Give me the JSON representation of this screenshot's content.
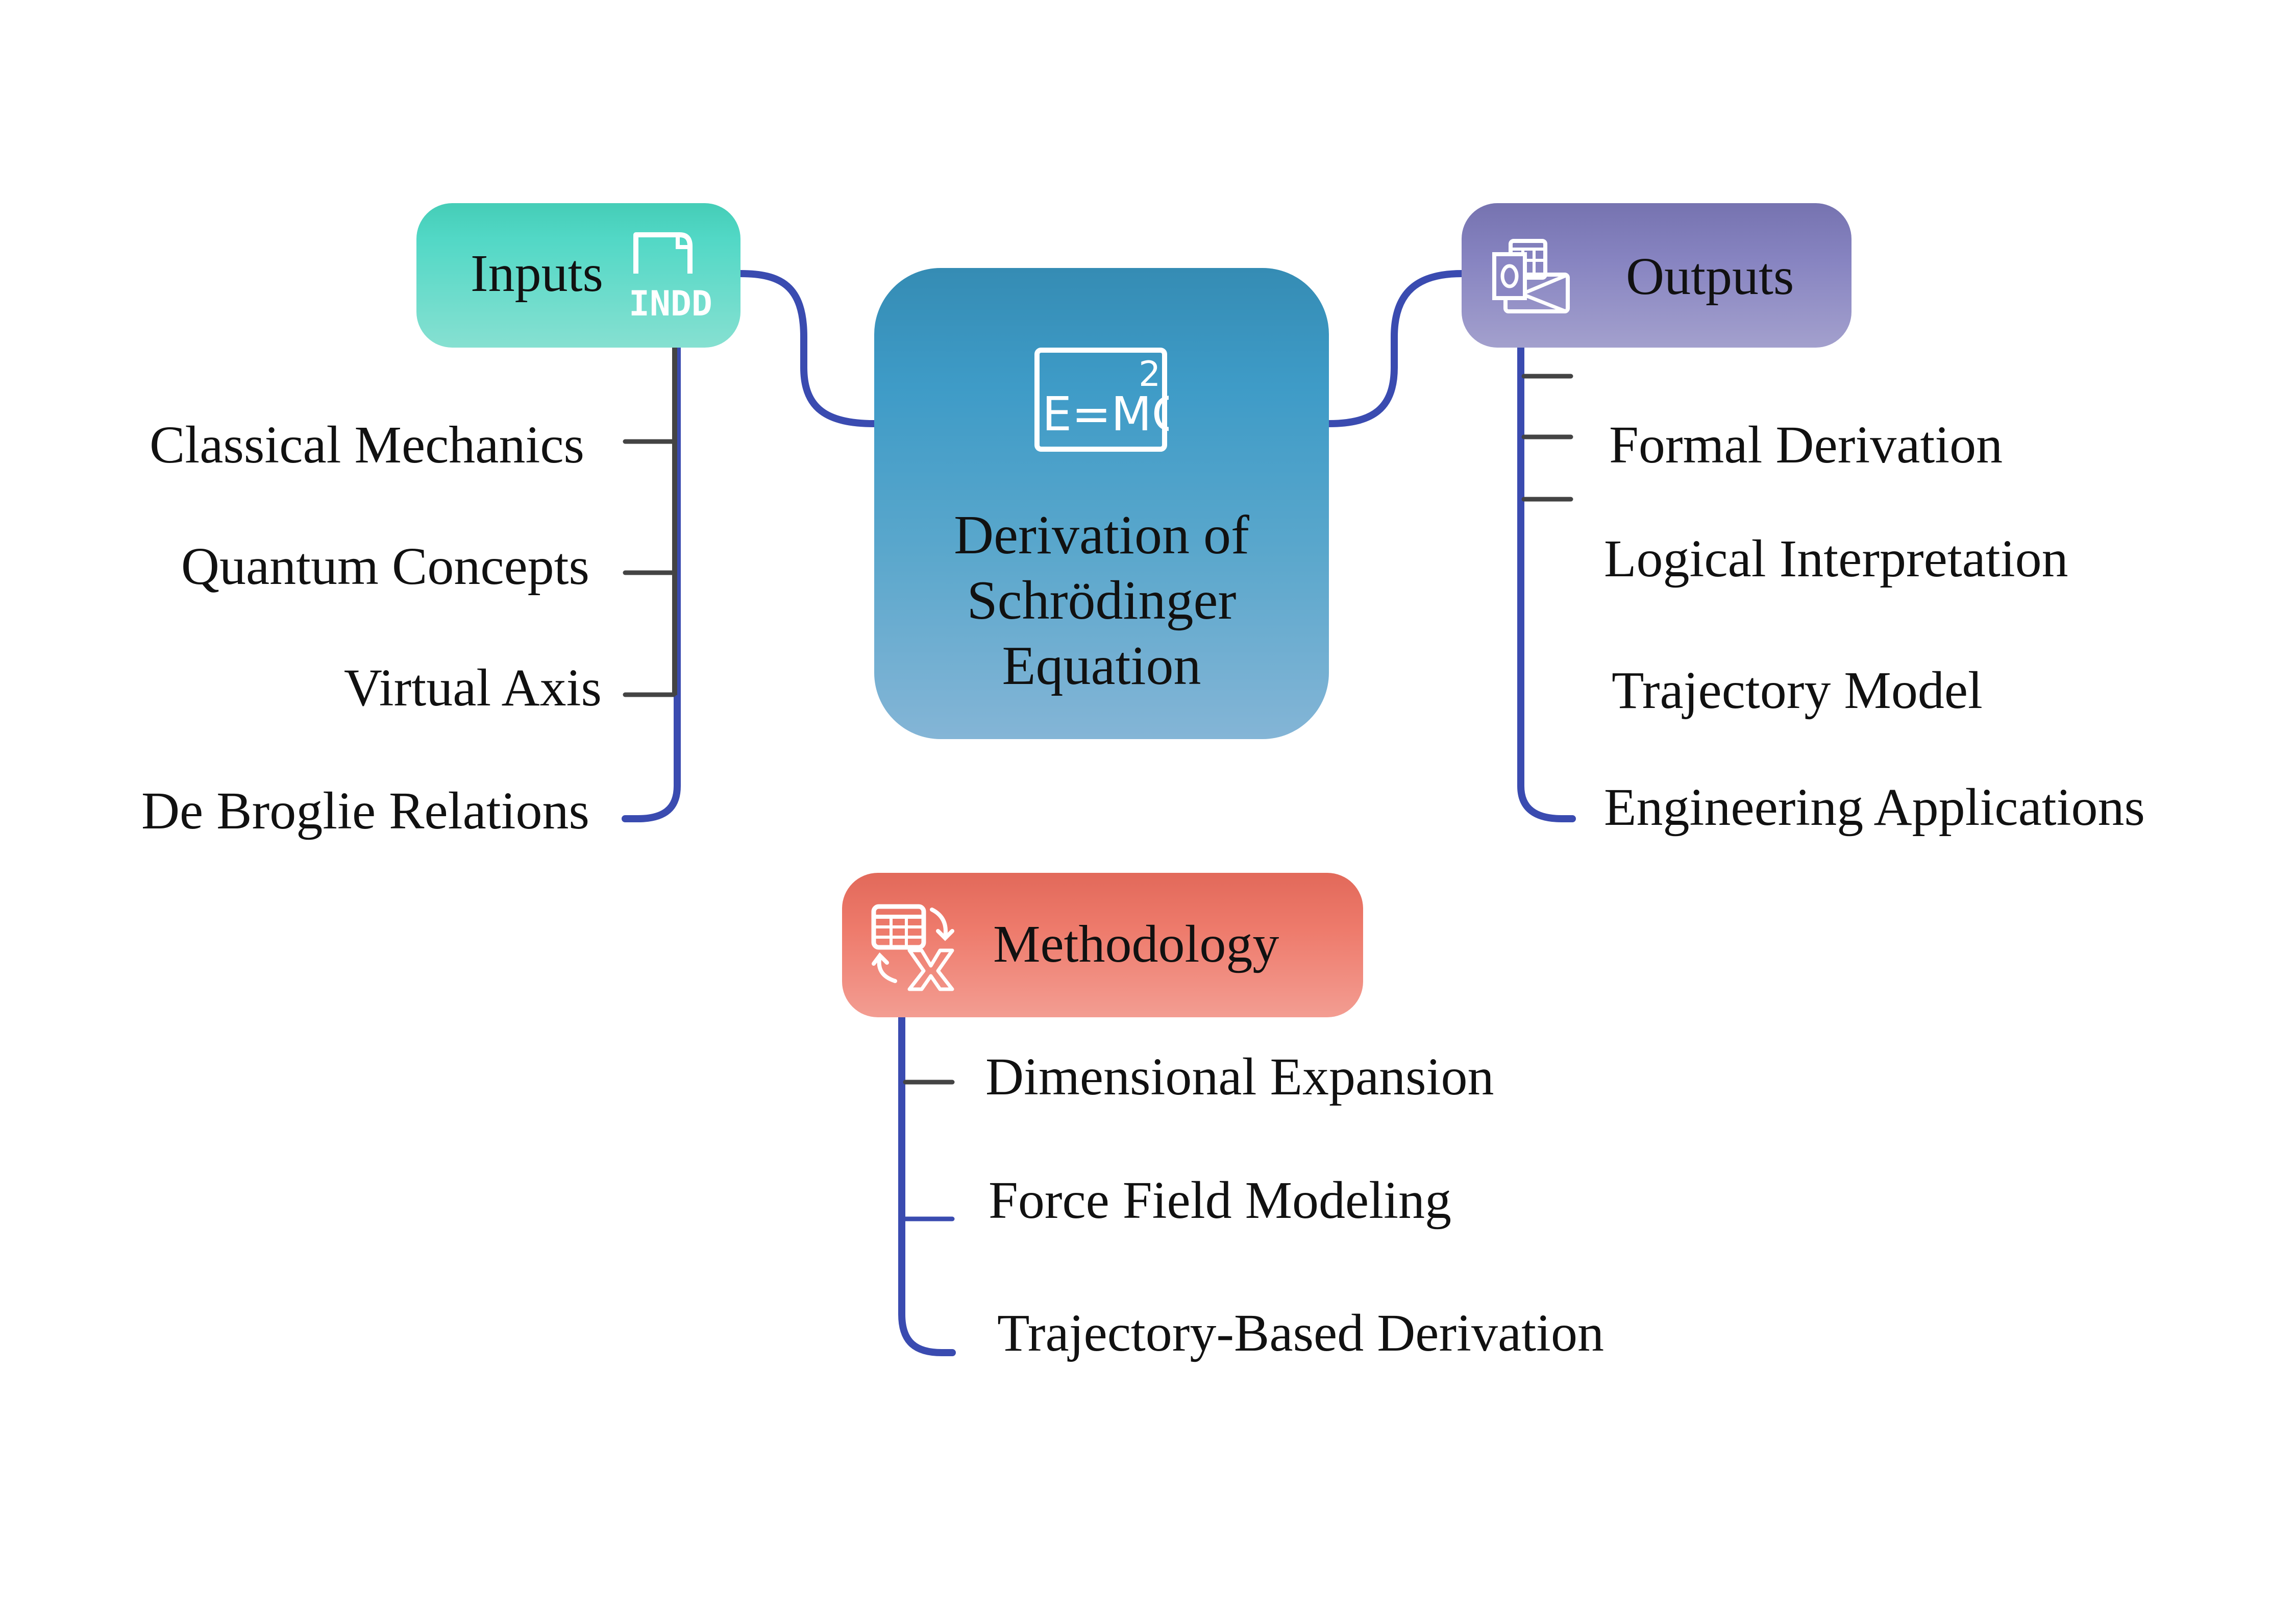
{
  "diagram": {
    "type": "mind-map",
    "center": {
      "title_lines": [
        "Derivation of",
        "Schrödinger",
        "Equation"
      ],
      "icon": "e-equals-mc2-icon",
      "color_top": "#358cb4",
      "color_bottom": "#84b5d6"
    },
    "branches": {
      "inputs": {
        "label": "Inputs",
        "icon": "indd-file-icon",
        "color": "#52d8c6",
        "items": [
          "Classical Mechanics",
          "Quantum Concepts",
          "Virtual Axis",
          "De Broglie Relations"
        ]
      },
      "outputs": {
        "label": "Outputs",
        "icon": "outlook-mail-icon",
        "color": "#8784c1",
        "items": [
          "Formal Derivation",
          "Logical Interpretation",
          "Trajectory Model",
          "Engineering Applications"
        ]
      },
      "methodology": {
        "label": "Methodology",
        "icon": "spreadsheet-convert-icon",
        "color": "#ee7b6c",
        "items": [
          "Dimensional Expansion",
          "Force Field Modeling",
          "Trajectory-Based Derivation"
        ]
      }
    },
    "connector_color": "#3a4bb0",
    "tick_color": "#444444"
  }
}
